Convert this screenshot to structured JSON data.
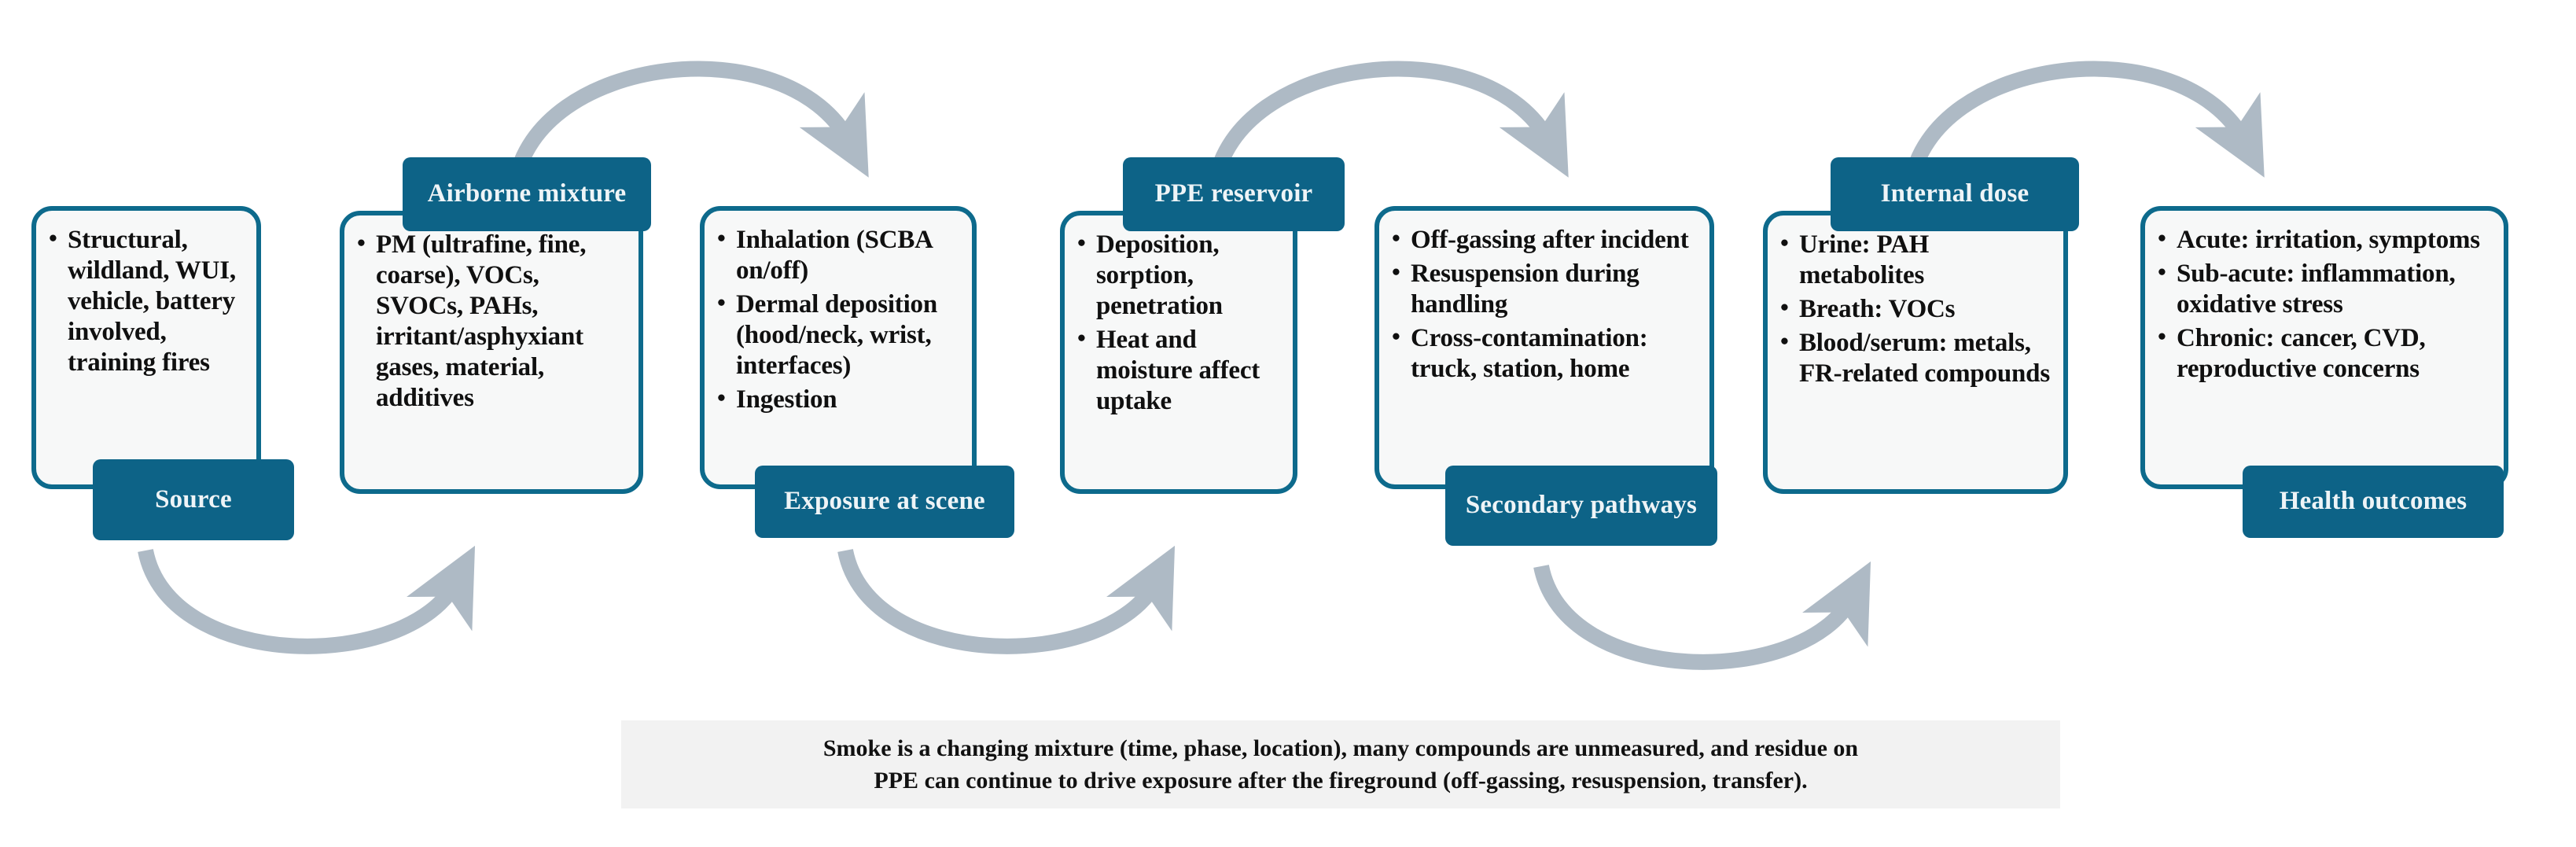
{
  "palette": {
    "chip_fill": "#0d6387",
    "card_border": "#0d6a8c",
    "card_fill": "#f7f8f8",
    "arrow_gray": "#aebac5",
    "caption_bg": "#f2f2f2",
    "text": "#101010"
  },
  "stages": [
    {
      "id": "source",
      "label": "Source",
      "label_position": "bottom",
      "bullets": [
        "Structural, wildland, WUI, vehicle, battery involved, training fires"
      ]
    },
    {
      "id": "airborne-mixture",
      "label": "Airborne mixture",
      "label_position": "top",
      "bullets": [
        "PM (ultrafine, fine, coarse), VOCs, SVOCs, PAHs, irritant/asphyxiant gases, material, additives"
      ]
    },
    {
      "id": "exposure-at-scene",
      "label": "Exposure at scene",
      "label_position": "bottom",
      "bullets": [
        "Inhalation (SCBA on/off)",
        "Dermal deposition (hood/neck, wrist, interfaces)",
        "Ingestion"
      ]
    },
    {
      "id": "ppe-reservoir",
      "label": "PPE reservoir",
      "label_position": "top",
      "bullets": [
        "Deposition, sorption, penetration",
        "Heat and moisture affect uptake"
      ]
    },
    {
      "id": "secondary-pathways",
      "label": "Secondary pathways",
      "label_position": "bottom",
      "bullets": [
        "Off-gassing after incident",
        "Resuspension during handling",
        "Cross-contamination: truck, station, home"
      ]
    },
    {
      "id": "internal-dose",
      "label": "Internal dose",
      "label_position": "top",
      "bullets": [
        "Urine: PAH metabolites",
        "Breath: VOCs",
        "Blood/serum: metals, FR-related compounds"
      ]
    },
    {
      "id": "health-outcomes",
      "label": "Health outcomes",
      "label_position": "bottom",
      "bullets": [
        "Acute: irritation, symptoms",
        "Sub-acute: inflammation, oxidative stress",
        "Chronic: cancer, CVD, reproductive concerns"
      ]
    }
  ],
  "caption": {
    "line1": "Smoke is a changing mixture (time, phase, location), many compounds are unmeasured, and residue on",
    "line2": "PPE can continue to drive exposure after the fireground (off-gassing, resuspension, transfer)."
  }
}
